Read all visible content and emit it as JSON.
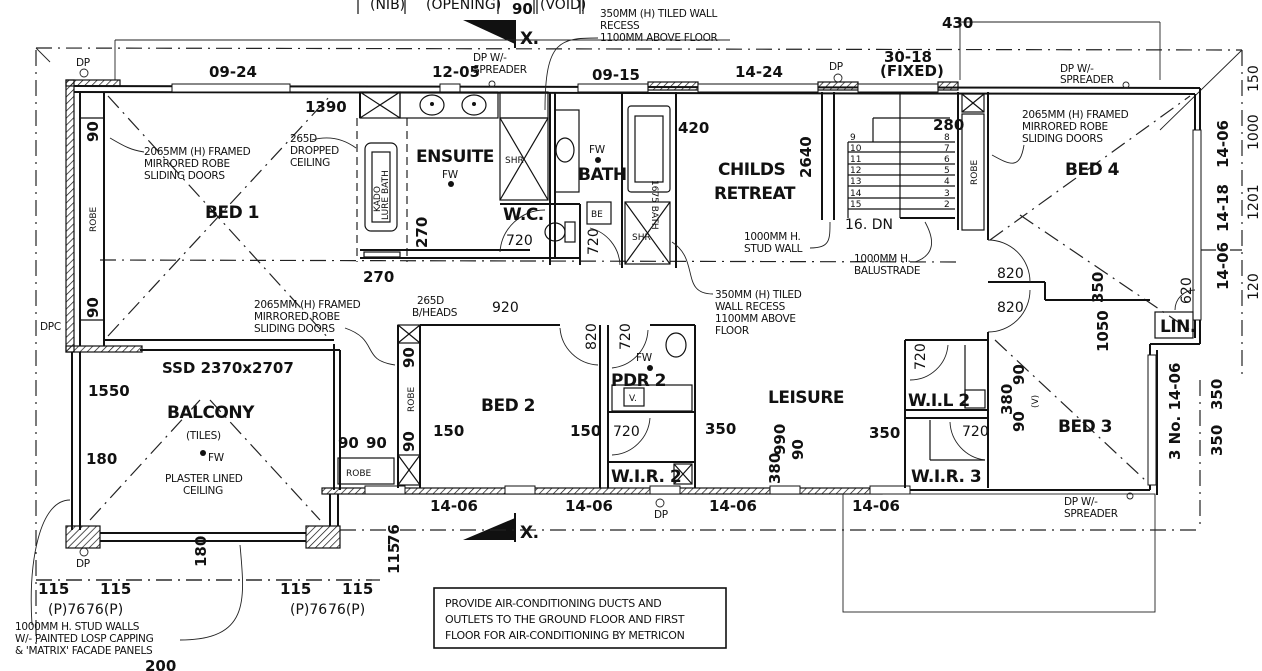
{
  "top_labels": {
    "nib": "(NIB)",
    "opening": "(OPENING)",
    "ninety": "90",
    "void": "(VOID)"
  },
  "section_marker": "X.",
  "rooms": {
    "bed1": "BED 1",
    "ensuite": "ENSUITE",
    "bath": "BATH",
    "wc": "W.C.",
    "childs_retreat_line1": "CHILDS",
    "childs_retreat_line2": "RETREAT",
    "bed4": "BED 4",
    "bed2": "BED 2",
    "pdr2": "PDR 2",
    "leisure": "LEISURE",
    "wil2": "W.I.L 2",
    "bed3": "BED 3",
    "wir2": "W.I.R. 2",
    "wir3": "W.I.R. 3",
    "balcony": "BALCONY",
    "balcony_sub": "(TILES)",
    "lin": "LIN.",
    "robe": "ROBE",
    "shr": "SHR",
    "be": "BE",
    "v": "V."
  },
  "window_codes": {
    "w1": "09-24",
    "w2": "12-05",
    "w3": "09-15",
    "w4": "14-24",
    "w5_line1": "30-18",
    "w5_line2": "(FIXED)",
    "east1": "14-06",
    "east2": "14-18",
    "east3": "14-06",
    "south1": "14-06",
    "south2": "14-06",
    "south3": "14-06",
    "south4": "14-06",
    "bed3_east": "3 No. 14-06"
  },
  "dimensions": {
    "d1390": "1390",
    "d420": "420",
    "d2640": "2640",
    "d280": "280",
    "d430": "430",
    "d270a": "270",
    "d270b": "270",
    "d720a": "720",
    "d720b": "720",
    "d920": "920",
    "d820a": "820",
    "d720c": "720",
    "d150a": "150",
    "d150b": "150",
    "d720d": "720",
    "d350a": "350",
    "d990": "990",
    "d90a": "90",
    "d380a": "380",
    "d350b": "350",
    "d820b": "820",
    "d820c": "820",
    "d350c": "350",
    "d1050": "1050",
    "d620": "620",
    "d720e": "720",
    "d720f": "720",
    "d90b": "90",
    "d380b": "380",
    "d90c": "90",
    "d350d": "350",
    "d350e": "350",
    "d1550": "1550",
    "d180a": "180",
    "d180b": "180",
    "d90d": "90",
    "d90e": "90",
    "d90f": "90",
    "d90g": "90",
    "d90h": "90",
    "d90i": "90",
    "d115a": "115",
    "d115b": "115",
    "d115c": "115",
    "d115d": "115",
    "p76a": "(P)76",
    "p76b": "76(P)",
    "p76c": "(P)76",
    "p76d": "76(P)",
    "d115e": "115",
    "d76e": "76",
    "ssd": "SSD 2370x2707",
    "v_label": "(V)",
    "stair_dn": "16. DN",
    "stairs_left": [
      "9",
      "10",
      "11",
      "12",
      "13",
      "14",
      "15"
    ],
    "stairs_right": [
      "8",
      "7",
      "6",
      "5",
      "4",
      "3",
      "2"
    ],
    "d200": "200"
  },
  "notes": {
    "dp": "DP",
    "dpc": "DPC",
    "fw": "FW",
    "dp_spreader_line1": "DP W/-",
    "dp_spreader_line2": "SPREADER",
    "tiled_recess_top": [
      "350MM (H) TILED WALL",
      "RECESS",
      "1100MM ABOVE FLOOR"
    ],
    "tiled_recess_mid": [
      "350MM (H) TILED",
      "WALL RECESS",
      "1100MM ABOVE",
      "FLOOR"
    ],
    "robe_doors_bed1": [
      "2065MM (H) FRAMED",
      "MIRRORED ROBE",
      "SLIDING DOORS"
    ],
    "robe_doors_bed2": [
      "2065MM (H) FRAMED",
      "MIRRORED ROBE",
      "SLIDING DOORS"
    ],
    "robe_doors_bed4": [
      "2065MM (H) FRAMED",
      "MIRRORED ROBE",
      "SLIDING DOORS"
    ],
    "dropped_ceiling": [
      "265D",
      "DROPPED",
      "CEILING"
    ],
    "bheads": [
      "265D",
      "B/HEADS"
    ],
    "stud_wall": [
      "1000MM H.",
      "STUD WALL"
    ],
    "balustrade": [
      "1000MM H.",
      "BALUSTRADE"
    ],
    "plaster_ceiling": [
      "PLASTER LINED",
      "CEILING"
    ],
    "balcony_walls": [
      "1000MM H. STUD WALLS",
      "W/- PAINTED LOSP CAPPING",
      "& 'MATRIX' FACADE PANELS"
    ],
    "bath_label": "1675 BATH",
    "kado_bath": [
      "KADO",
      "LURE BATH"
    ],
    "right_edge": [
      "1000",
      "150",
      "1201",
      "120"
    ]
  },
  "aircon_note": [
    "PROVIDE AIR-CONDITIONING DUCTS AND",
    "OUTLETS TO THE GROUND FLOOR AND FIRST",
    "FLOOR FOR AIR-CONDITIONING BY METRICON"
  ]
}
